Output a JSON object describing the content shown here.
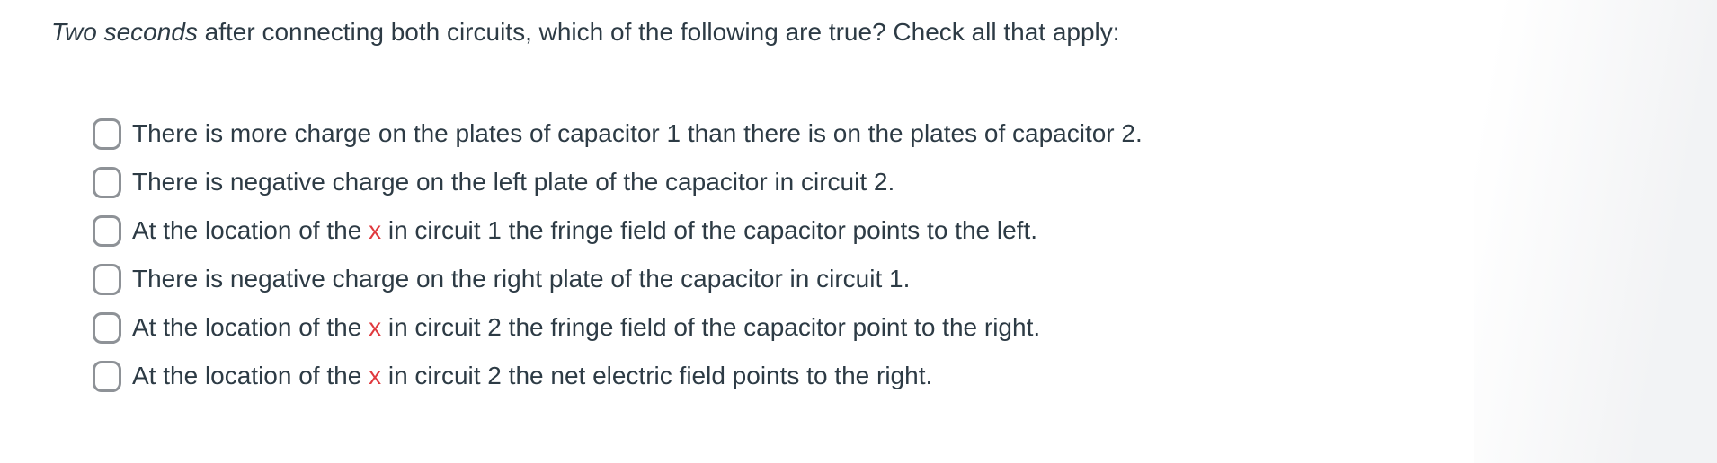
{
  "page": {
    "colors": {
      "bg": "#ffffff",
      "text": "#2d3b45",
      "red": "#e0393e",
      "cb-border": "#8e9297"
    }
  },
  "question": {
    "prompt_italic": "Two seconds",
    "prompt_rest": " after connecting both circuits, which of the following are true? Check all that apply:"
  },
  "options": [
    {
      "pre": "There is more charge on the plates of capacitor 1 than there is on the plates of capacitor 2.",
      "x": "",
      "post": "",
      "checked": false
    },
    {
      "pre": "There is negative charge on the left plate of the capacitor in circuit 2.",
      "x": "",
      "post": "",
      "checked": false
    },
    {
      "pre": "At the location of the ",
      "x": "x",
      "post": " in circuit 1 the fringe field of the capacitor points to the left.",
      "checked": false
    },
    {
      "pre": "There is negative charge on the right plate of the capacitor in circuit 1.",
      "x": "",
      "post": "",
      "checked": false
    },
    {
      "pre": "At the location of the ",
      "x": "x",
      "post": " in circuit 2 the fringe field of the capacitor point to the right.",
      "checked": false
    },
    {
      "pre": "At the location of the ",
      "x": "x",
      "post": " in circuit 2 the net electric field points to the right.",
      "checked": false
    }
  ]
}
